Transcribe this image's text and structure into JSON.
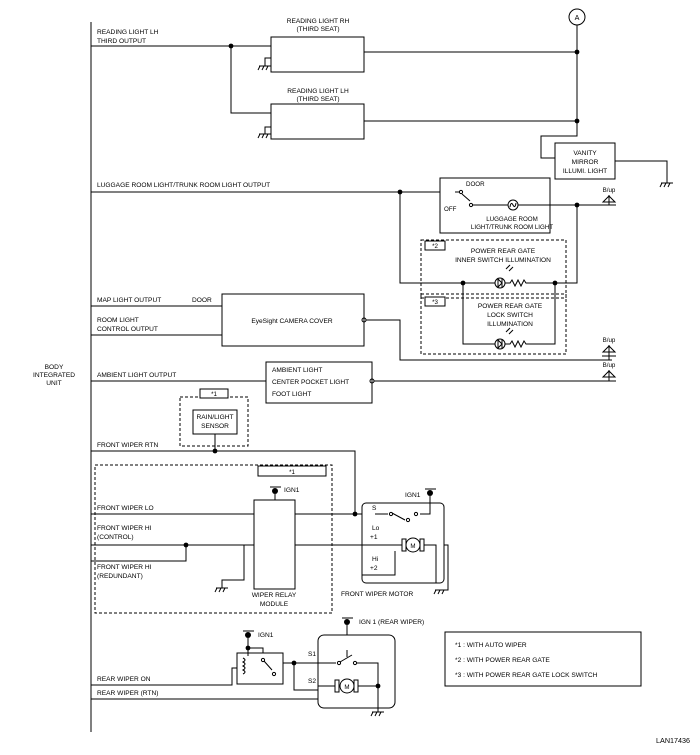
{
  "diagram_id": "LAN17436",
  "connector_a": "A",
  "body_unit": [
    "BODY",
    "INTEGRATED",
    "UNIT"
  ],
  "outputs": {
    "reading_lh_third": [
      "READING LIGHT LH",
      "THIRD OUTPUT"
    ],
    "luggage": "LUGGAGE ROOM LIGHT/TRUNK ROOM LIGHT OUTPUT",
    "map": "MAP LIGHT OUTPUT",
    "door_label": "DOOR",
    "room_light": [
      "ROOM LIGHT",
      "CONTROL OUTPUT"
    ],
    "ambient": "AMBIENT LIGHT OUTPUT",
    "front_wiper_rtn": "FRONT WIPER RTN",
    "front_wiper_lo": "FRONT WIPER LO",
    "front_wiper_hi_control": [
      "FRONT WIPER HI",
      "(CONTROL)"
    ],
    "front_wiper_hi_redundant": [
      "FRONT WIPER HI",
      "(REDUNDANT)"
    ],
    "rear_wiper_on": "REAR WIPER ON",
    "rear_wiper_rtn": "REAR WIPER (RTN)"
  },
  "components": {
    "reading_rh": [
      "READING LIGHT RH",
      "(THIRD SEAT)"
    ],
    "reading_lh": [
      "READING LIGHT LH",
      "(THIRD SEAT)"
    ],
    "vanity": [
      "VANITY",
      "MIRROR",
      "ILLUMI. LIGHT"
    ],
    "door_switch": "DOOR",
    "off_label": "OFF",
    "luggage_light": [
      "LUGGAGE ROOM",
      "LIGHT/TRUNK ROOM LIGHT"
    ],
    "b_up": "B/up",
    "note2_tag": "*2",
    "power_gate_inner": [
      "POWER REAR GATE",
      "INNER SWITCH ILLUMINATION"
    ],
    "note3_tag": "*3",
    "power_gate_lock": [
      "POWER REAR GATE",
      "LOCK SWITCH",
      "ILLUMINATION"
    ],
    "eyesight": "EyeSight CAMERA COVER",
    "ambient_light": [
      "AMBIENT LIGHT",
      "CENTER POCKET LIGHT",
      "FOOT LIGHT"
    ],
    "note1_tag": "*1",
    "rain_sensor": [
      "RAIN/LIGHT",
      "SENSOR"
    ],
    "ign1": "IGN1",
    "wiper_relay": [
      "WIPER RELAY",
      "MODULE"
    ],
    "front_wiper_motor": "FRONT WIPER MOTOR",
    "motor_s": "S",
    "motor_lo": [
      "Lo",
      "+1"
    ],
    "motor_hi": [
      "Hi",
      "+2"
    ],
    "motor_m": "M",
    "ign1_rear": "IGN 1 (REAR WIPER)",
    "s1": "S1",
    "s2": "S2"
  },
  "notes": [
    "*1  : WITH AUTO WIPER",
    "*2  : WITH POWER REAR GATE",
    "*3  : WITH POWER REAR GATE LOCK SWITCH"
  ]
}
